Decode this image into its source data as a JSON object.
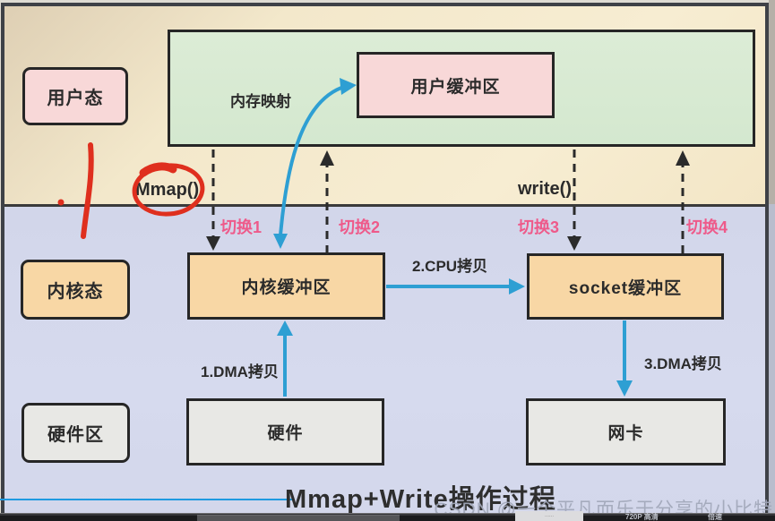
{
  "zones": {
    "user_mode": "用户态",
    "kernel_mode": "内核态",
    "hardware_zone": "硬件区"
  },
  "nodes": {
    "memory_mapping": "内存映射",
    "user_buffer": "用户缓冲区",
    "kernel_buffer": "内核缓冲区",
    "socket_buffer": "socket缓冲区",
    "hardware": "硬件",
    "nic": "网卡"
  },
  "calls": {
    "mmap": "Mmap()",
    "write": "write()"
  },
  "switches": [
    "切换1",
    "切换2",
    "切换3",
    "切换4"
  ],
  "copies": {
    "dma_1": "1.DMA拷贝",
    "cpu_2": "2.CPU拷贝",
    "dma_3": "3.DMA拷贝"
  },
  "title": "Mmap+Write操作过程",
  "watermark": "CSDN @一个平凡而乐于分享的小比特",
  "taskbar": {
    "quality": "720P 高清",
    "speed": "倍速"
  },
  "colors": {
    "user_zone_bg": "#f6ecd0",
    "kernel_zone_bg": "#d5d9ec",
    "mapping_green": "#d9ead3",
    "buffer_pink": "#f8d8d8",
    "buffer_orange": "#f8d7a5",
    "hardware_gray": "#e8e8e5",
    "arrow_blue": "#2e9fd3",
    "switch_pink": "#ee5a8a",
    "pen_red": "#df2f1e",
    "underline_blue": "#1f9ae0"
  }
}
